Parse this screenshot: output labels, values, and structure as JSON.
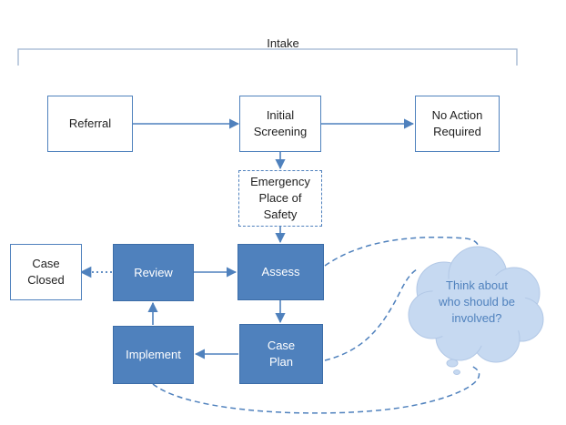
{
  "diagram": {
    "title": "Intake",
    "nodes": {
      "referral": "Referral",
      "initial_screening": "Initial\nScreening",
      "no_action": "No Action\nRequired",
      "emergency": "Emergency\nPlace of\nSafety",
      "case_closed": "Case\nClosed",
      "review": "Review",
      "assess": "Assess",
      "implement": "Implement",
      "case_plan": "Case\nPlan"
    },
    "callout": "Think about\nwho should be\ninvolved?"
  },
  "colors": {
    "accent": "#4f81bd",
    "fill": "#4f81bd",
    "cloud": "#c6d9f1"
  }
}
